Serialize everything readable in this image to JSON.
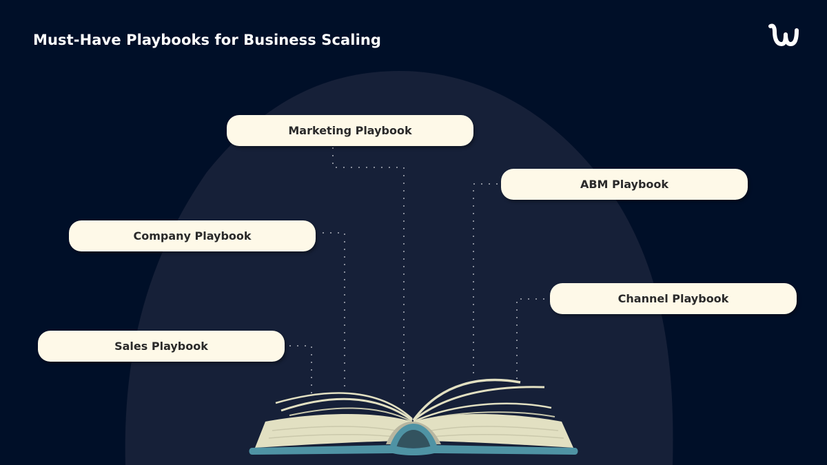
{
  "header": {
    "title": "Must-Have Playbooks for Business Scaling",
    "logo_icon": "w-brand-logo-icon"
  },
  "colors": {
    "background": "#000f28",
    "blob": "#162038",
    "pill_fill": "#fef9e8",
    "pill_text": "#2a2a2a",
    "connector": "#8a8f9c",
    "book_pages": "#e2e0c2",
    "book_cover": "#4f93a4"
  },
  "diagram": {
    "center_image": "open-book-icon",
    "playbooks": [
      {
        "id": "marketing",
        "label": "Marketing Playbook"
      },
      {
        "id": "abm",
        "label": "ABM Playbook"
      },
      {
        "id": "company",
        "label": "Company Playbook"
      },
      {
        "id": "channel",
        "label": "Channel Playbook"
      },
      {
        "id": "sales",
        "label": "Sales Playbook"
      }
    ]
  }
}
